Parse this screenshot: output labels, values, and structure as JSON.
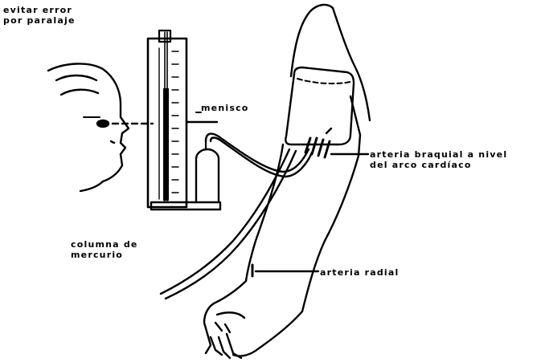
{
  "labels": {
    "avoid_parallax": [
      "evitar error",
      "por paralaje"
    ],
    "meniscus": "menisco",
    "brachial_artery": [
      "arteria braquial a nivel",
      "del arco cardíaco"
    ],
    "mercury_column": [
      "columna de",
      "mercurio"
    ],
    "radial_artery": "arteria radial"
  },
  "colors": {
    "ink": "#000000",
    "paper": "#ffffff"
  }
}
